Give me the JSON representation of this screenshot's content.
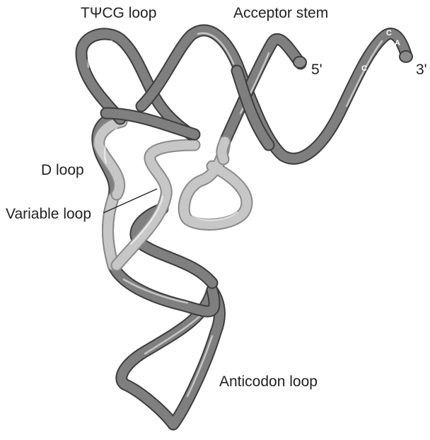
{
  "labels": {
    "tpsicg_loop": "TΨCG loop",
    "acceptor_stem": "Acceptor stem",
    "five_prime": "5'",
    "three_prime": "3'",
    "d_loop": "D loop",
    "variable_loop": "Variable loop",
    "anticodon_loop": "Anticodon loop"
  },
  "nucleotides": {
    "c_top": "C",
    "a_end": "A",
    "c_mid": "C"
  },
  "colors": {
    "strand_dark": "#7f7f80",
    "strand_light": "#c7c7c8",
    "outline": "#3d3d3d",
    "label_text": "#231f20"
  }
}
